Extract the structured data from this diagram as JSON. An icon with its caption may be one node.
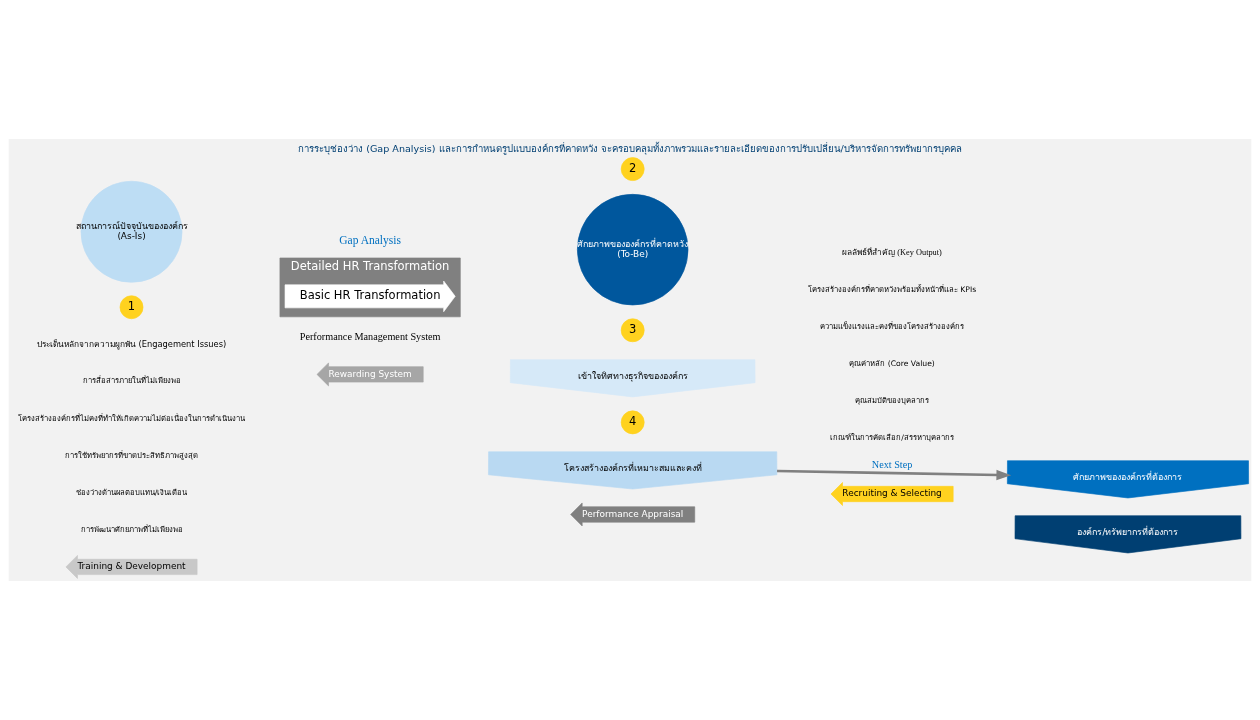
{
  "diagram": {
    "title": "การระบุช่องว่าง (Gap Analysis) และการกำหนดรูปแบบองค์กรที่คาดหวัง จะครอบคลุมทั้งภาพรวมและรายละเอียดของการปรับเปลี่ยน/บริหารจัดการทรัพยากรบุคคล",
    "nodes": [
      {
        "text": [
          "สถานการณ์ปัจจุบันขององค์กร",
          "(As-Is)"
        ]
      },
      {
        "text": [
          "1"
        ]
      },
      {
        "text": [
          "Detailed HR Transformation"
        ]
      },
      {
        "text": [
          "Basic HR Transformation"
        ],
        "in": 2
      },
      {
        "text": [
          "ศักยภาพขององค์กรที่คาดหวัง",
          "(To-Be)"
        ]
      },
      {
        "text": [
          "2"
        ]
      },
      {
        "text": [
          "3"
        ]
      },
      {
        "text": [
          "เข้าใจทิศทางธุรกิจขององค์กร"
        ]
      },
      {
        "text": [
          "4"
        ]
      },
      {
        "text": [
          "โครงสร้างองค์กรที่เหมาะสมและคงที่"
        ]
      },
      {
        "text": [
          "ศักยภาพขององค์กรที่ต้องการ"
        ]
      },
      {
        "text": [
          "องค์กร/ทรัพยากรที่ต้องการ"
        ]
      },
      {
        "text": [
          "Training & Development"
        ]
      },
      {
        "text": [
          "Rewarding System"
        ]
      },
      {
        "text": [
          "Performance Appraisal"
        ]
      },
      {
        "text": [
          "Recruiting & Selecting"
        ]
      }
    ],
    "edges": [
      {
        "from": 9,
        "to": 10,
        "arrow": "to",
        "label": "Next Step"
      }
    ],
    "labels": [
      "Gap Analysis",
      "ประเด็นหลักจากความผูกพัน (Engagement Issues)",
      "การสื่อสารภายในที่ไม่เพียงพอ",
      "โครงสร้างองค์กรที่ไม่คงที่ทำให้เกิดความไม่ต่อเนื่องในการดำเนินงาน",
      "การใช้ทรัพยากรที่ขาดประสิทธิภาพสูงสุด",
      "ช่องว่างด้านผลตอบแทน/เงินเดือน",
      "การพัฒนาศักยภาพที่ไม่เพียงพอ",
      "ผลลัพธ์ที่สำคัญ (Key Output)",
      "โครงสร้างองค์กรที่คาดหวังพร้อมทั้งหน้าที่และ KPIs",
      "ความแข็งแรงและคงที่ของโครงสร้างองค์กร",
      "คุณค่าหลัก (Core Value)",
      "คุณสมบัติของบุคลากร",
      "เกณฑ์ในการคัดเลือก/สรรหาบุคลากร",
      "Performance Management System"
    ]
  }
}
